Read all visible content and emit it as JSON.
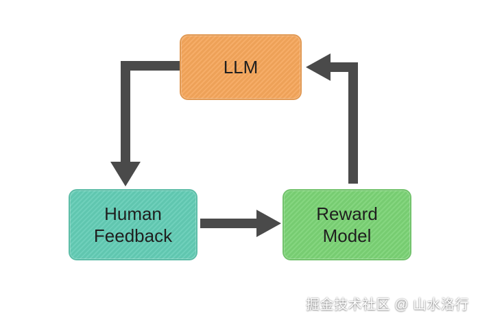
{
  "diagram": {
    "nodes": [
      {
        "id": "llm",
        "label": "LLM",
        "color": "#F5A65B"
      },
      {
        "id": "human_feedback",
        "label": "Human\nFeedback",
        "color": "#63CCB5"
      },
      {
        "id": "reward_model",
        "label": "Reward\nModel",
        "color": "#7BD375"
      }
    ],
    "edges": [
      {
        "from": "llm",
        "to": "human_feedback"
      },
      {
        "from": "human_feedback",
        "to": "reward_model"
      },
      {
        "from": "reward_model",
        "to": "llm"
      }
    ],
    "arrow_color": "#4A4A4A"
  },
  "watermark": "掘金技术社区 @ 山水洛行"
}
